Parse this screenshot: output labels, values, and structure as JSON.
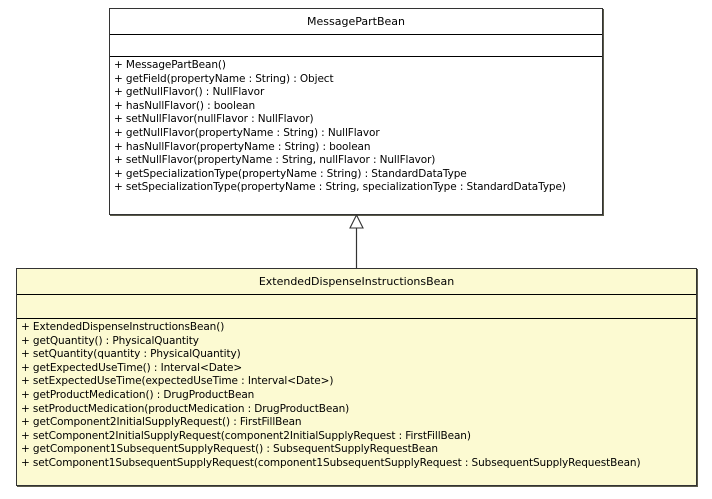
{
  "diagram": {
    "type": "uml-class-diagram",
    "relationship": "generalization",
    "classes": [
      {
        "name": "MessagePartBean",
        "fill_color": "#ffffff",
        "attributes": [],
        "operations": [
          "+ MessagePartBean()",
          "+ getField(propertyName : String) : Object",
          "+ getNullFlavor() : NullFlavor",
          "+ hasNullFlavor() : boolean",
          "+ setNullFlavor(nullFlavor : NullFlavor)",
          "+ getNullFlavor(propertyName : String) : NullFlavor",
          "+ hasNullFlavor(propertyName : String) : boolean",
          "+ setNullFlavor(propertyName : String, nullFlavor : NullFlavor)",
          "+ getSpecializationType(propertyName : String) : StandardDataType",
          "+ setSpecializationType(propertyName : String, specializationType : StandardDataType)"
        ]
      },
      {
        "name": "ExtendedDispenseInstructionsBean",
        "fill_color": "#fcfad2",
        "attributes": [],
        "operations": [
          "+ ExtendedDispenseInstructionsBean()",
          "+ getQuantity() : PhysicalQuantity",
          "+ setQuantity(quantity : PhysicalQuantity)",
          "+ getExpectedUseTime() : Interval<Date>",
          "+ setExpectedUseTime(expectedUseTime : Interval<Date>)",
          "+ getProductMedication() : DrugProductBean",
          "+ setProductMedication(productMedication : DrugProductBean)",
          "+ getComponent2InitialSupplyRequest() : FirstFillBean",
          "+ setComponent2InitialSupplyRequest(component2InitialSupplyRequest : FirstFillBean)",
          "+ getComponent1SubsequentSupplyRequest() : SubsequentSupplyRequestBean",
          "+ setComponent1SubsequentSupplyRequest(component1SubsequentSupplyRequest : SubsequentSupplyRequestBean)"
        ]
      }
    ]
  }
}
